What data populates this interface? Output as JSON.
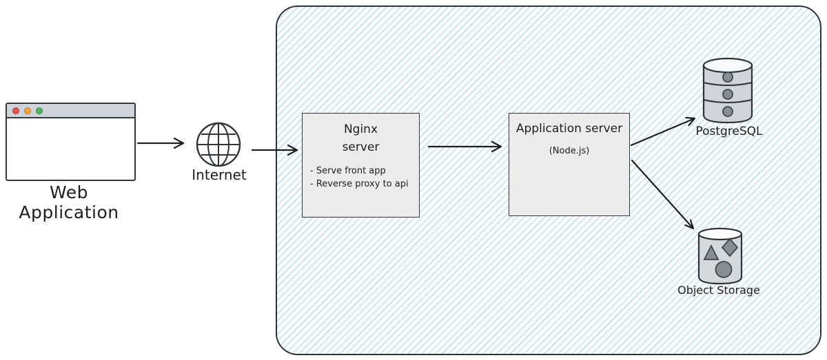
{
  "diagram": {
    "web_application": {
      "label": "Web Application"
    },
    "internet": {
      "label": "Internet"
    },
    "nginx_server": {
      "title_line1": "Nginx",
      "title_line2": "server",
      "bullets": [
        "- Serve front app",
        "- Reverse proxy to api"
      ]
    },
    "application_server": {
      "title": "Application server",
      "subtitle": "(Node.js)"
    },
    "postgresql": {
      "label": "PostgreSQL"
    },
    "object_storage": {
      "label": "Object Storage"
    }
  },
  "colors": {
    "stroke": "#1e1e1e",
    "hatch_blue": "#c3ddf4",
    "node_fill": "#ececec",
    "cylinder_fill": "#ced4da",
    "cylinder_top_fill": "#f8f9fa",
    "shape_fill": "#868e96",
    "titlebar_fill": "#ced4da",
    "traffic_light_red": "#e0524e",
    "traffic_light_yellow": "#eda73a",
    "traffic_light_green": "#53b45e"
  }
}
